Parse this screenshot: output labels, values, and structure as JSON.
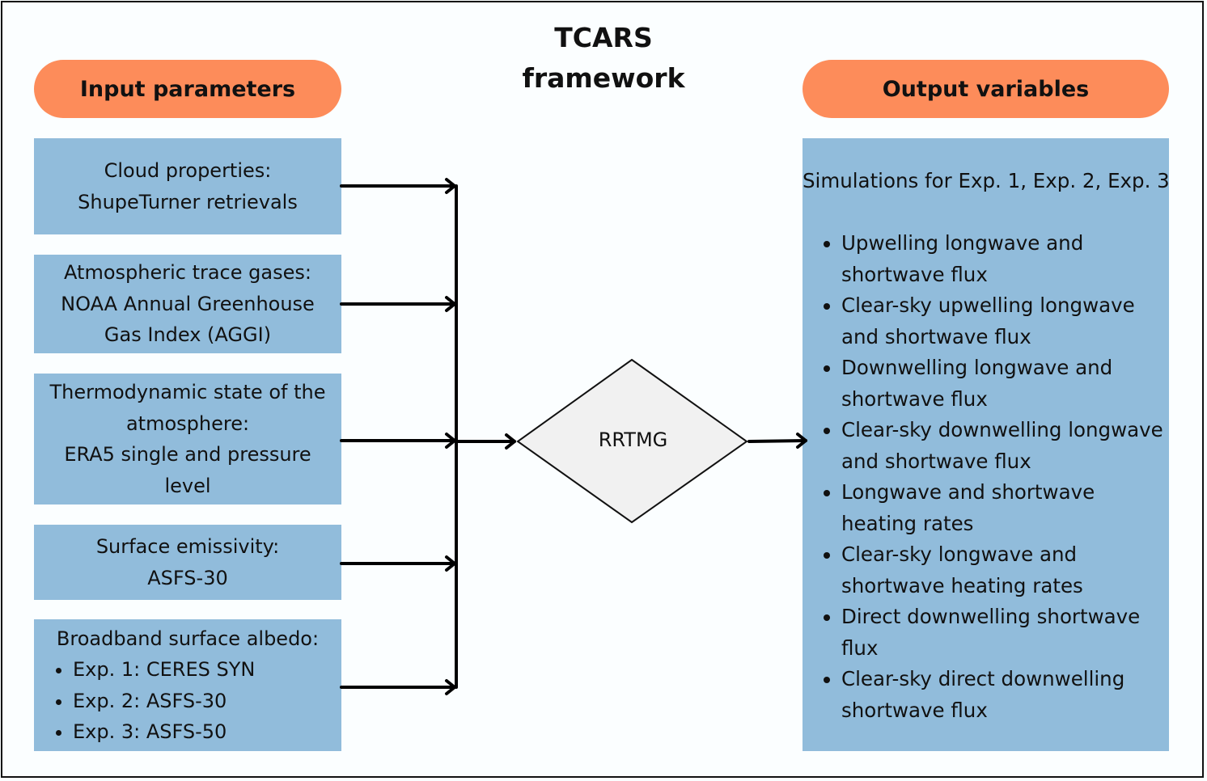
{
  "title": {
    "line1": "TCARS",
    "line2": "framework"
  },
  "input_header": "Input parameters",
  "output_header": "Output variables",
  "inputs": [
    {
      "lines": [
        "Cloud properties:",
        "ShupeTurner retrievals"
      ]
    },
    {
      "lines": [
        "Atmospheric trace gases:",
        "NOAA Annual Greenhouse",
        "Gas Index (AGGI)"
      ]
    },
    {
      "lines": [
        "Thermodynamic state of the",
        "atmosphere:",
        "ERA5 single and pressure",
        "level"
      ]
    },
    {
      "lines": [
        "Surface emissivity:",
        "ASFS-30"
      ]
    },
    {
      "heading": "Broadband surface albedo:",
      "bullets": [
        "Exp. 1: CERES SYN",
        "Exp. 2: ASFS-30",
        "Exp. 3: ASFS-50"
      ]
    }
  ],
  "process": {
    "label": "RRTMG"
  },
  "outputs": {
    "heading": "Simulations for Exp. 1, Exp. 2, Exp. 3",
    "bullets": [
      "Upwelling longwave and shortwave flux",
      "Clear-sky upwelling longwave and shortwave flux",
      "Downwelling longwave and shortwave flux",
      "Clear-sky downwelling longwave and shortwave flux",
      "Longwave and shortwave heating rates",
      "Clear-sky longwave and shortwave heating rates",
      "Direct downwelling shortwave flux",
      "Clear-sky direct downwelling shortwave flux"
    ]
  },
  "colors": {
    "header_fill": "#fd8c5a",
    "box_fill": "#91bcdb",
    "diamond_fill": "#f1f1f1",
    "line": "#000000"
  }
}
